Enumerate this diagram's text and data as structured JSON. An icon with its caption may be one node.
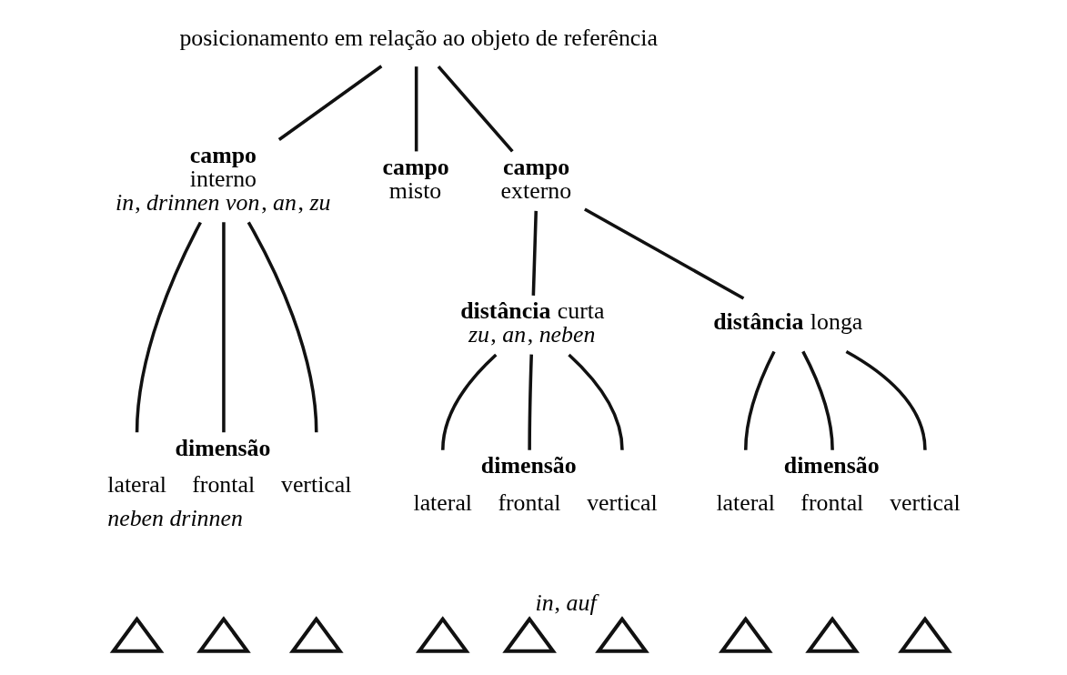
{
  "diagram": {
    "nodes": [
      {
        "text": [
          "posicionamento em relação ao objeto de referência"
        ]
      },
      {
        "text": [
          "**campo**",
          "interno",
          "*in*, *drinnen von*, *an*, *zu*"
        ]
      },
      {
        "text": [
          "**campo**",
          "misto"
        ]
      },
      {
        "text": [
          "**campo**",
          "externo"
        ]
      },
      {
        "text": [
          "**distância** curta",
          "*zu*, *an*, *neben*"
        ]
      },
      {
        "text": [
          "**distância** longa"
        ]
      },
      {
        "text": [
          "**dimensão**",
          "lateral",
          "frontal",
          "vertical"
        ],
        "beside": [
          "*neben drinnen*"
        ]
      },
      {
        "text": [
          "**dimensão**",
          "lateral",
          "frontal",
          "vertical"
        ]
      },
      {
        "text": [
          "**dimensão**",
          "lateral",
          "frontal",
          "vertical"
        ]
      },
      {
        "text": [],
        "shape": "chevron"
      },
      {
        "text": [],
        "shape": "chevron"
      },
      {
        "text": [],
        "shape": "chevron"
      },
      {
        "text": [],
        "shape": "chevron"
      },
      {
        "text": [],
        "shape": "chevron"
      },
      {
        "text": [],
        "shape": "chevron",
        "beside": [
          "*in*, *auf*"
        ]
      },
      {
        "text": [],
        "shape": "chevron"
      },
      {
        "text": [],
        "shape": "chevron"
      },
      {
        "text": [],
        "shape": "chevron"
      }
    ],
    "edges": [
      {
        "from": 0,
        "to": 1,
        "arrow": "none"
      },
      {
        "from": 0,
        "to": 2,
        "arrow": "none"
      },
      {
        "from": 0,
        "to": 3,
        "arrow": "none"
      },
      {
        "from": 3,
        "to": 4,
        "arrow": "none"
      },
      {
        "from": 3,
        "to": 5,
        "arrow": "none"
      },
      {
        "from": 1,
        "to": 6,
        "arrow": "none"
      },
      {
        "from": 1,
        "to": 6,
        "arrow": "none"
      },
      {
        "from": 1,
        "to": 6,
        "arrow": "none"
      },
      {
        "from": 4,
        "to": 7,
        "arrow": "none"
      },
      {
        "from": 4,
        "to": 7,
        "arrow": "none"
      },
      {
        "from": 4,
        "to": 7,
        "arrow": "none"
      },
      {
        "from": 5,
        "to": 8,
        "arrow": "none"
      },
      {
        "from": 5,
        "to": 8,
        "arrow": "none"
      },
      {
        "from": 5,
        "to": 8,
        "arrow": "none"
      }
    ]
  }
}
